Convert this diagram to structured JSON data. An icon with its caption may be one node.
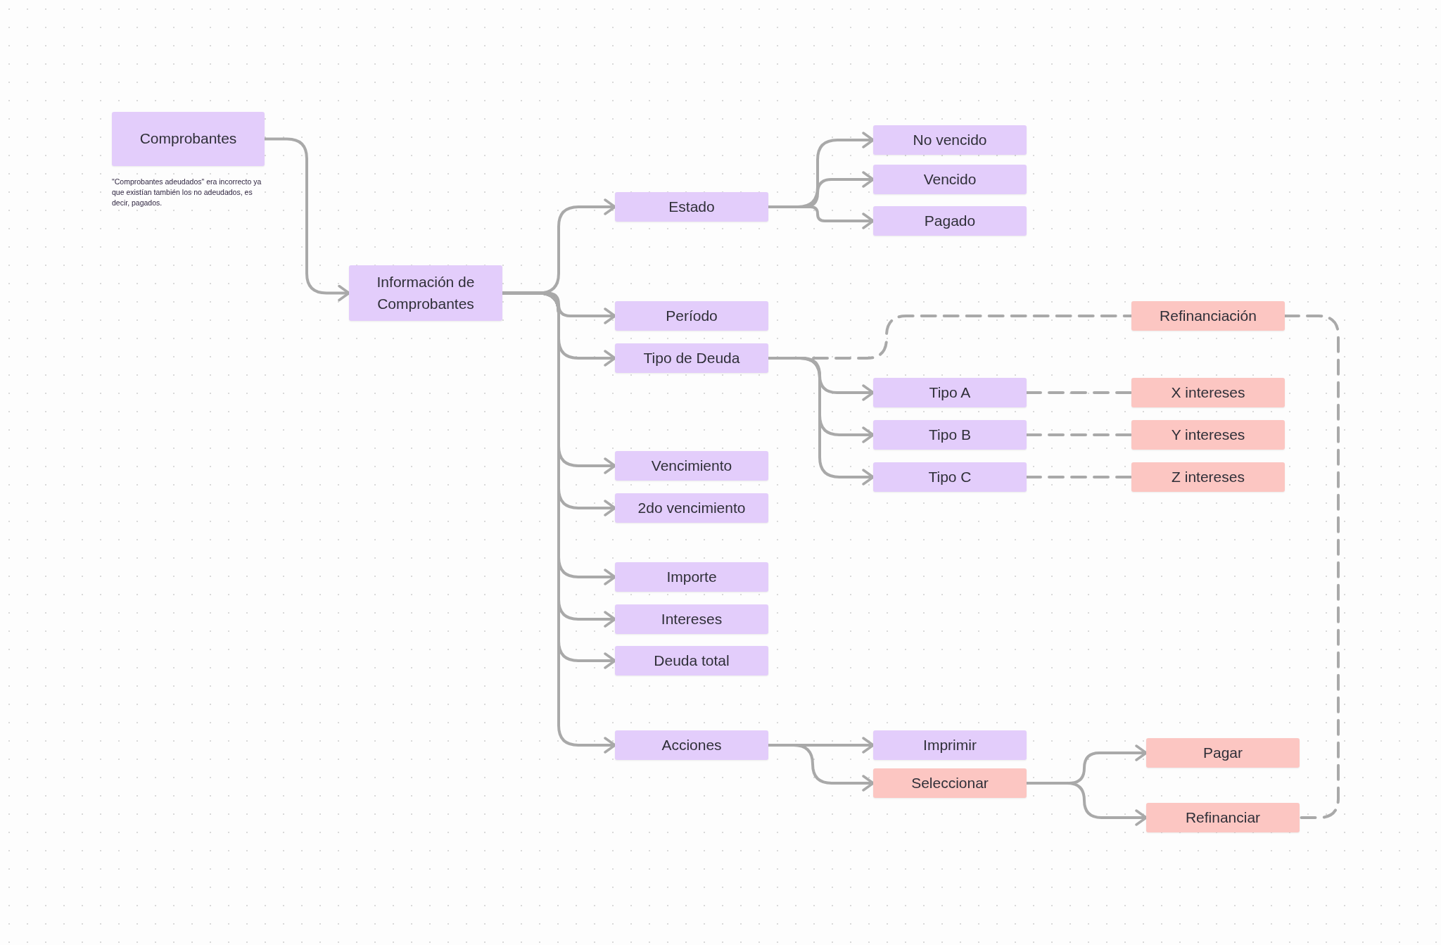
{
  "diagram": {
    "nodes": [
      {
        "text": [
          "Comprobantes"
        ],
        "beside": [
          "\"Comprobantes adeudados\" era incorrecto ya que existían también los no adeudados, es decir, pagados."
        ]
      },
      {
        "text": [
          "Información de Comprobantes"
        ]
      },
      {
        "text": [
          "Estado"
        ]
      },
      {
        "text": [
          "No vencido"
        ]
      },
      {
        "text": [
          "Vencido"
        ]
      },
      {
        "text": [
          "Pagado"
        ]
      },
      {
        "text": [
          "Período"
        ]
      },
      {
        "text": [
          "Tipo de Deuda"
        ]
      },
      {
        "text": [
          "Refinanciación"
        ]
      },
      {
        "text": [
          "Tipo A"
        ]
      },
      {
        "text": [
          "X intereses"
        ]
      },
      {
        "text": [
          "Tipo B"
        ]
      },
      {
        "text": [
          "Y intereses"
        ]
      },
      {
        "text": [
          "Tipo C"
        ]
      },
      {
        "text": [
          "Z intereses"
        ]
      },
      {
        "text": [
          "Vencimiento"
        ]
      },
      {
        "text": [
          "2do vencimiento"
        ]
      },
      {
        "text": [
          "Importe"
        ]
      },
      {
        "text": [
          "Intereses"
        ]
      },
      {
        "text": [
          "Deuda total"
        ]
      },
      {
        "text": [
          "Acciones"
        ]
      },
      {
        "text": [
          "Imprimir"
        ]
      },
      {
        "text": [
          "Seleccionar"
        ]
      },
      {
        "text": [
          "Pagar"
        ]
      },
      {
        "text": [
          "Refinanciar"
        ]
      }
    ],
    "edges": [
      {
        "from": 0,
        "to": 1,
        "arrow": "to"
      },
      {
        "from": 1,
        "to": 2,
        "arrow": "to"
      },
      {
        "from": 2,
        "to": 3,
        "arrow": "to"
      },
      {
        "from": 2,
        "to": 4,
        "arrow": "to"
      },
      {
        "from": 2,
        "to": 5,
        "arrow": "to"
      },
      {
        "from": 1,
        "to": 6,
        "arrow": "to"
      },
      {
        "from": 1,
        "to": 7,
        "arrow": "to"
      },
      {
        "from": 7,
        "to": 8,
        "arrow": "none",
        "style": "dashed"
      },
      {
        "from": 8,
        "to": 24,
        "arrow": "none",
        "style": "dashed"
      },
      {
        "from": 7,
        "to": 9,
        "arrow": "to"
      },
      {
        "from": 9,
        "to": 10,
        "arrow": "none",
        "style": "dashed"
      },
      {
        "from": 7,
        "to": 11,
        "arrow": "to"
      },
      {
        "from": 11,
        "to": 12,
        "arrow": "none",
        "style": "dashed"
      },
      {
        "from": 7,
        "to": 13,
        "arrow": "to"
      },
      {
        "from": 13,
        "to": 14,
        "arrow": "none",
        "style": "dashed"
      },
      {
        "from": 1,
        "to": 15,
        "arrow": "to"
      },
      {
        "from": 1,
        "to": 16,
        "arrow": "to"
      },
      {
        "from": 1,
        "to": 17,
        "arrow": "to"
      },
      {
        "from": 1,
        "to": 18,
        "arrow": "to"
      },
      {
        "from": 1,
        "to": 19,
        "arrow": "to"
      },
      {
        "from": 1,
        "to": 20,
        "arrow": "to"
      },
      {
        "from": 20,
        "to": 21,
        "arrow": "to"
      },
      {
        "from": 20,
        "to": 22,
        "arrow": "to"
      },
      {
        "from": 22,
        "to": 23,
        "arrow": "to"
      },
      {
        "from": 22,
        "to": 24,
        "arrow": "to"
      }
    ]
  }
}
